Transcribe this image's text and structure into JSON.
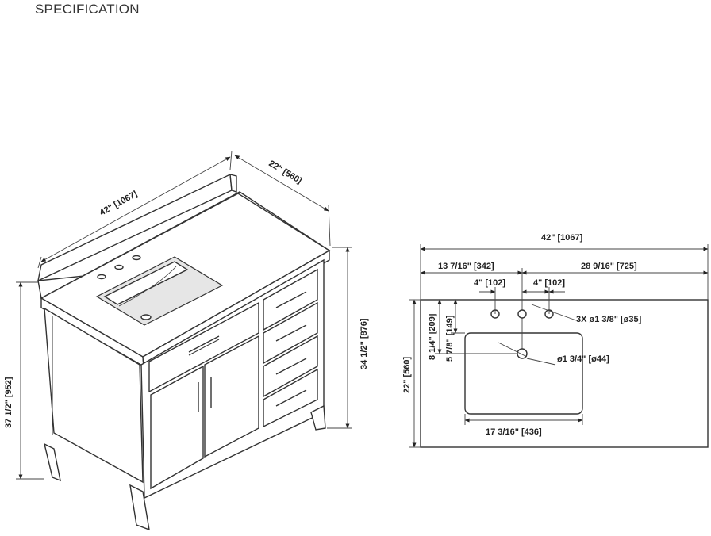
{
  "title": "SPECIFICATION",
  "colors": {
    "line": "#333333",
    "text": "#222222",
    "background": "#ffffff",
    "basin_shade": "#e6e6e6"
  },
  "iso_view": {
    "width": "42\" [1067]",
    "depth": "22\" [560]",
    "total_height": "37 1/2\" [952]",
    "counter_height": "34 1/2\" [876]"
  },
  "top_view": {
    "overall_width": "42\" [1067]",
    "left_offset": "13 7/16\" [342]",
    "right_offset": "28 9/16\" [725]",
    "spread_left": "4\" [102]",
    "spread_right": "4\" [102]",
    "faucet_holes": "3X ø1 3/8\" [ø35]",
    "drain": "ø1 3/4\" [ø44]",
    "back_to_drain": "8 1/4\" [209]",
    "back_to_sink": "5 7/8\" [149]",
    "depth": "22\" [560]",
    "sink_width": "17 3/16\" [436]"
  }
}
